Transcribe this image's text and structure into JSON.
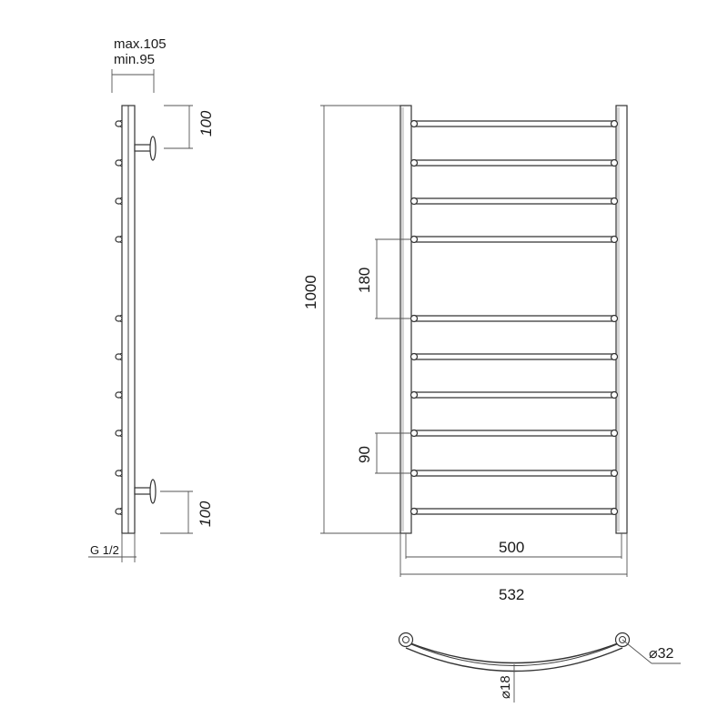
{
  "side_view": {
    "depth_max": "max.105",
    "depth_min": "min.95",
    "bracket_top": "100",
    "bracket_bottom": "100",
    "connection": "G 1/2"
  },
  "front_view": {
    "height": "1000",
    "spacing_large": "180",
    "spacing_small": "90",
    "inner_width": "500",
    "outer_width": "532"
  },
  "top_view": {
    "bar_diameter": "⌀18",
    "post_diameter": "⌀32"
  }
}
